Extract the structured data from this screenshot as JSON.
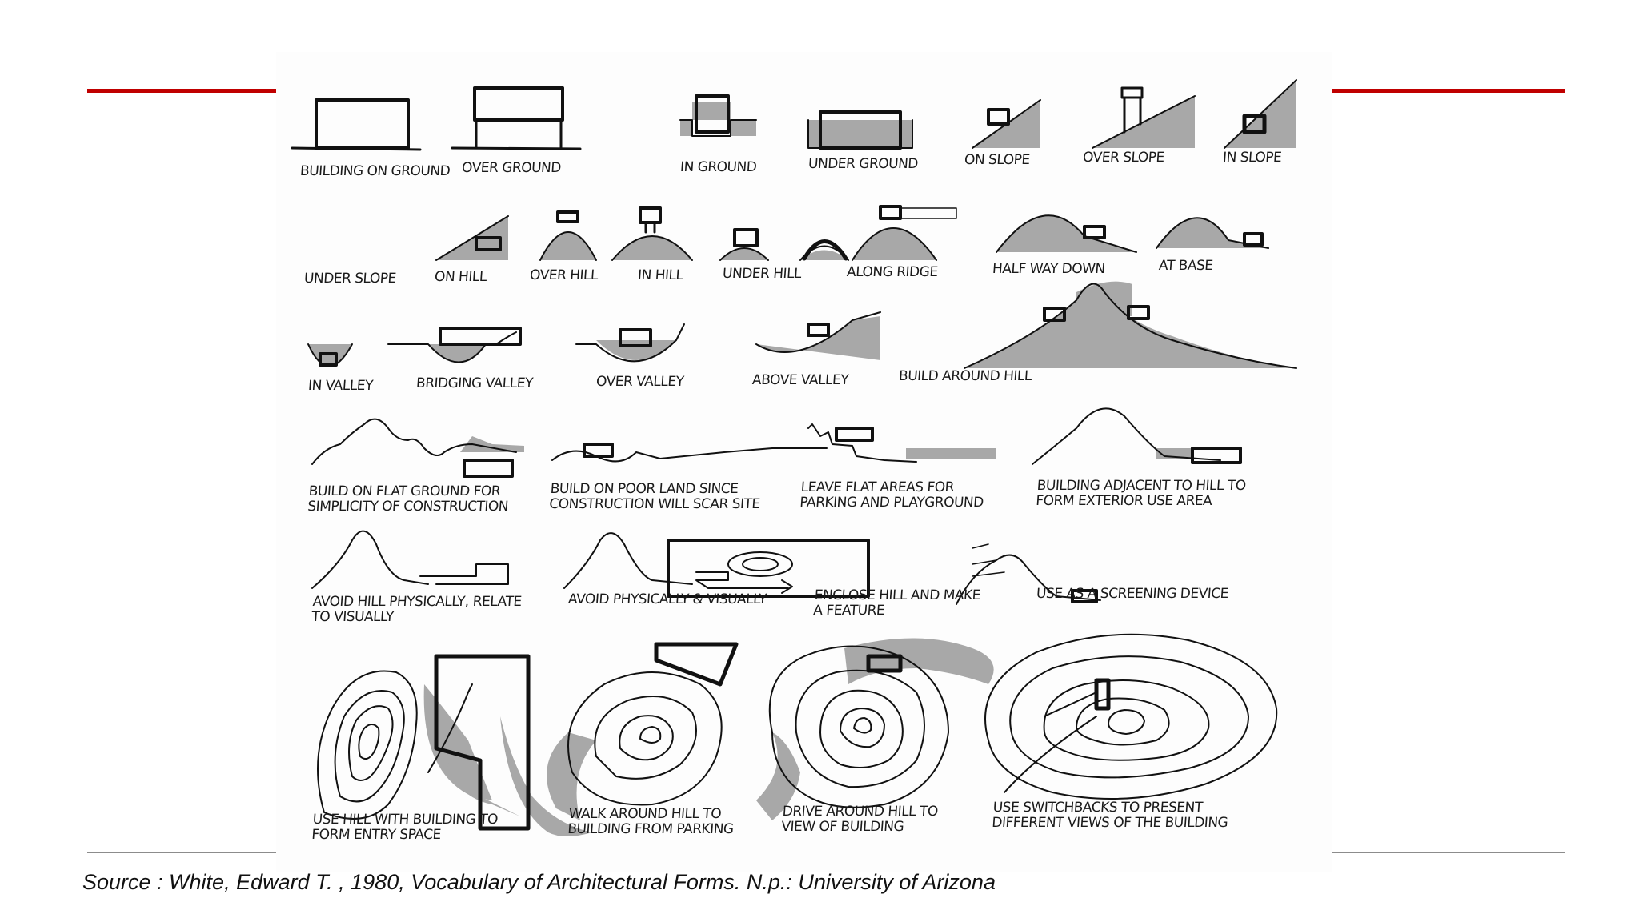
{
  "colors": {
    "accent_rule": "#c00000",
    "ink": "#111111",
    "shade": "#a8a8a8"
  },
  "captions": {
    "building_on_ground": "BUILDING ON GROUND",
    "over_ground": "OVER GROUND",
    "in_ground": "IN GROUND",
    "under_ground": "UNDER GROUND",
    "on_slope": "ON SLOPE",
    "over_slope": "OVER SLOPE",
    "in_slope": "IN SLOPE",
    "under_slope": "UNDER SLOPE",
    "on_hill": "ON HILL",
    "over_hill": "OVER HILL",
    "in_hill": "IN HILL",
    "under_hill": "UNDER HILL",
    "along_ridge": "ALONG RIDGE",
    "half_way_down": "HALF WAY DOWN",
    "at_base": "AT BASE",
    "in_valley": "IN VALLEY",
    "bridging_valley": "BRIDGING VALLEY",
    "over_valley": "OVER VALLEY",
    "above_valley": "ABOVE VALLEY",
    "build_around_hill": "BUILD AROUND HILL",
    "build_on_flat_ground": "BUILD ON FLAT GROUND FOR\nSIMPLICITY OF CONSTRUCTION",
    "build_on_poor_land": "BUILD ON POOR LAND SINCE\nCONSTRUCTION WILL SCAR SITE",
    "leave_flat_areas": "LEAVE FLAT AREAS FOR\nPARKING AND PLAYGROUND",
    "building_adjacent": "BUILDING ADJACENT TO HILL TO\nFORM EXTERIOR USE AREA",
    "avoid_hill_physically": "AVOID HILL PHYSICALLY, RELATE\nTO VISUALLY",
    "avoid_physically_visually": "AVOID PHYSICALLY & VISUALLY",
    "enclose_hill": "ENCLOSE HILL AND MAKE\nA FEATURE",
    "screening_device": "USE AS A SCREENING DEVICE",
    "use_hill_entry": "USE HILL WITH BUILDING TO\nFORM ENTRY SPACE",
    "walk_around_hill": "WALK AROUND HILL TO\nBUILDING FROM PARKING",
    "drive_around_hill": "DRIVE AROUND HILL TO\nVIEW OF BUILDING",
    "use_switchbacks": "USE SWITCHBACKS TO PRESENT\nDIFFERENT VIEWS OF THE BUILDING"
  },
  "source": "Source : White, Edward T. , 1980, Vocabulary of Architectural Forms. N.p.: University of Arizona"
}
